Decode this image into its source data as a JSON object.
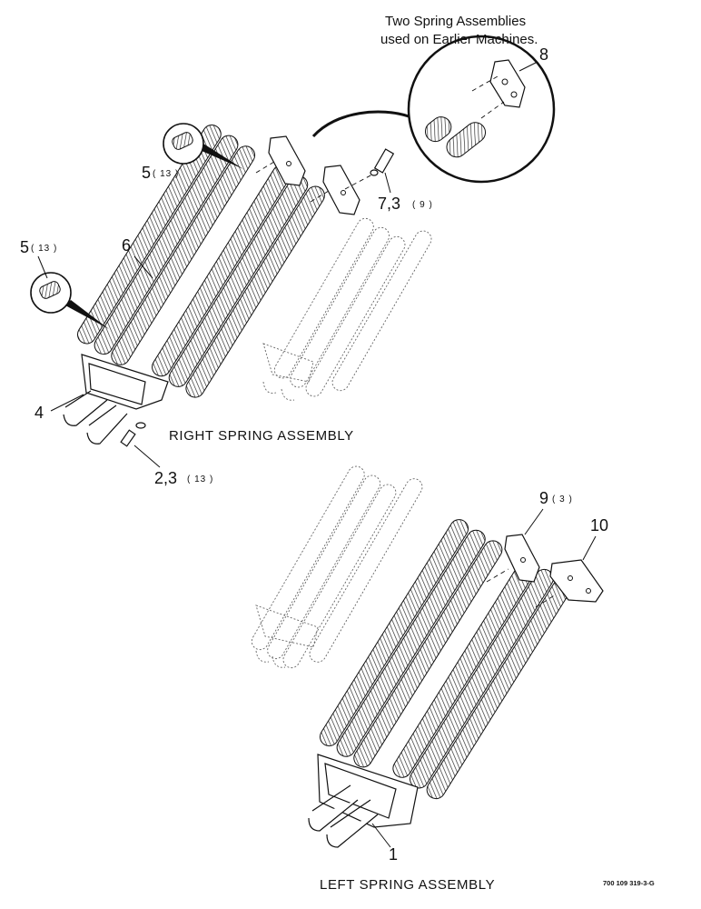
{
  "note": {
    "line1": "Two Spring Assemblies",
    "line2": "used on Earlier Machines."
  },
  "callouts": {
    "c8": "8",
    "c5_upper": "5",
    "c5_upper_qty": "( 13 )",
    "c7": "7,3",
    "c7_qty": "( 9 )",
    "c5_left": "5",
    "c5_left_qty": "( 13 )",
    "c6": "6",
    "c4": "4",
    "c2": "2,3",
    "c2_qty": "( 13 )",
    "c9": "9",
    "c9_qty": "( 3 )",
    "c10": "10",
    "c1": "1"
  },
  "titles": {
    "right": "RIGHT SPRING ASSEMBLY",
    "left": "LEFT SPRING ASSEMBLY"
  },
  "drawing_code": "700 109 319-3-G"
}
